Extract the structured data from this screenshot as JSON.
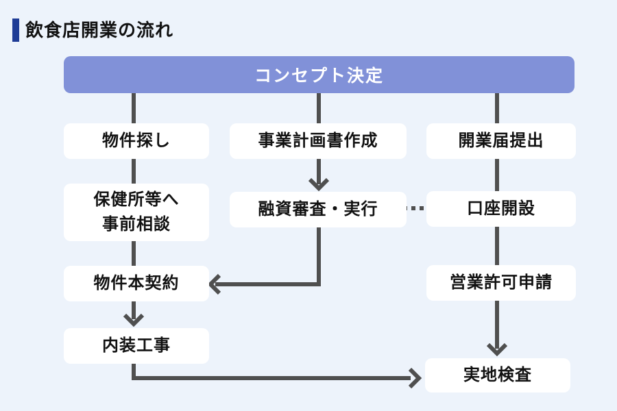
{
  "title": {
    "text": "飲食店開業の流れ"
  },
  "colors": {
    "background": "#EDF3FB",
    "accent_bar": "#1F3C96",
    "start_fill": "#8191D8",
    "start_text": "#FFFFFF",
    "node_fill": "#FFFFFF",
    "node_text": "#111111",
    "connector": "#4F4F4F"
  },
  "flowchart": {
    "start": {
      "label": "コンセプト決定"
    },
    "nodes": [
      {
        "id": "bukken-sagashi",
        "label": "物件探し"
      },
      {
        "id": "hokenjo-soudan",
        "label": "保健所等へ\n事前相談"
      },
      {
        "id": "bukken-honkeiyaku",
        "label": "物件本契約"
      },
      {
        "id": "naisou-kouji",
        "label": "内装工事"
      },
      {
        "id": "jigyou-keikaku",
        "label": "事業計画書作成"
      },
      {
        "id": "yuushi-shinsa",
        "label": "融資審査・実行"
      },
      {
        "id": "kaigyou-todoke",
        "label": "開業届提出"
      },
      {
        "id": "kouza-kaisetsu",
        "label": "口座開設"
      },
      {
        "id": "eigyou-kyoka",
        "label": "営業許可申請"
      },
      {
        "id": "jicchi-kensa",
        "label": "実地検査"
      }
    ],
    "edges": [
      {
        "from": "コンセプト決定",
        "to": "物件探し",
        "type": "line"
      },
      {
        "from": "コンセプト決定",
        "to": "事業計画書作成",
        "type": "line"
      },
      {
        "from": "コンセプト決定",
        "to": "開業届提出",
        "type": "line"
      },
      {
        "from": "物件探し",
        "to": "保健所等へ事前相談",
        "type": "line"
      },
      {
        "from": "保健所等へ事前相談",
        "to": "物件本契約",
        "type": "line"
      },
      {
        "from": "事業計画書作成",
        "to": "融資審査・実行",
        "type": "arrow"
      },
      {
        "from": "融資審査・実行",
        "to": "物件本契約",
        "type": "arrow"
      },
      {
        "from": "物件本契約",
        "to": "内装工事",
        "type": "arrow"
      },
      {
        "from": "内装工事",
        "to": "実地検査",
        "type": "arrow"
      },
      {
        "from": "開業届提出",
        "to": "口座開設",
        "type": "line"
      },
      {
        "from": "口座開設",
        "to": "営業許可申請",
        "type": "line"
      },
      {
        "from": "営業許可申請",
        "to": "実地検査",
        "type": "arrow"
      },
      {
        "from": "融資審査・実行",
        "to": "口座開設",
        "type": "dotted"
      }
    ]
  }
}
